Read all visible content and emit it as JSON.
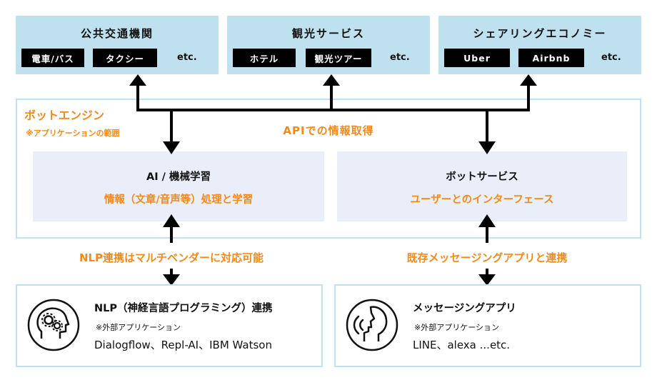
{
  "services": [
    {
      "title": "公共交通機関",
      "tags": [
        "電車/バス",
        "タクシー"
      ],
      "etc": "etc."
    },
    {
      "title": "観光サービス",
      "tags": [
        "ホテル",
        "観光ツアー"
      ],
      "etc": "etc."
    },
    {
      "title": "シェアリングエコノミー",
      "tags": [
        "Uber",
        "Airbnb"
      ],
      "etc": "etc."
    }
  ],
  "api_label": "APIでの情報取得",
  "engine": {
    "title": "ボットエンジン",
    "note": "※アプリケーションの範囲",
    "left_panel": {
      "title": "AI / 機械学習",
      "subtitle": "情報（文章/音声等）処理と学習"
    },
    "right_panel": {
      "title": "ボットサービス",
      "subtitle": "ユーザーとのインターフェース"
    }
  },
  "left_link_label": "NLP連携はマルチベンダーに対応可能",
  "right_link_label": "既存メッセージングアプリと連携",
  "nlp_box": {
    "title": "NLP（神経言語プログラミング）連携",
    "note": "※外部アプリケーション",
    "list": "Dialogflow、Repl-AI、IBM Watson",
    "icon": "head-gears-icon"
  },
  "messaging_box": {
    "title": "メッセージングアプリ",
    "note": "※外部アプリケーション",
    "list": "LINE、alexa ...etc.",
    "icon": "speaking-head-icon"
  },
  "colors": {
    "box_fill": "#bfe0ee",
    "panel_fill": "#e9eef9",
    "accent": "#f08a1c",
    "tag_bg": "#000000"
  }
}
